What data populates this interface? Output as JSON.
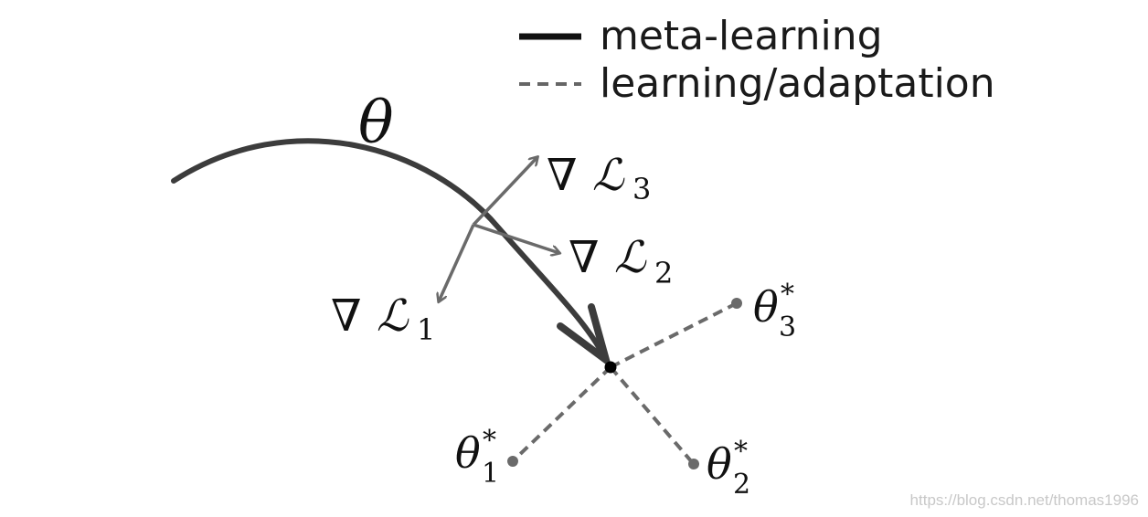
{
  "legend": {
    "solid_label": "meta-learning",
    "dashed_label": "learning/adaptation",
    "solid_color": "#111111",
    "dashed_color": "#666666"
  },
  "labels": {
    "theta": "θ",
    "nabla": "∇",
    "loss_symbol": "ℒ",
    "grad1_sub": "1",
    "grad2_sub": "2",
    "grad3_sub": "3",
    "opt_sup": "*",
    "opt1_sub": "1",
    "opt2_sub": "2",
    "opt3_sub": "3"
  },
  "colors": {
    "meta_path": "#3c3c3c",
    "gradient_arrows": "#6a6a6a",
    "adaptation_lines": "#6a6a6a",
    "center_point": "#000000"
  },
  "watermark": "https://blog.csdn.net/thomas1996"
}
